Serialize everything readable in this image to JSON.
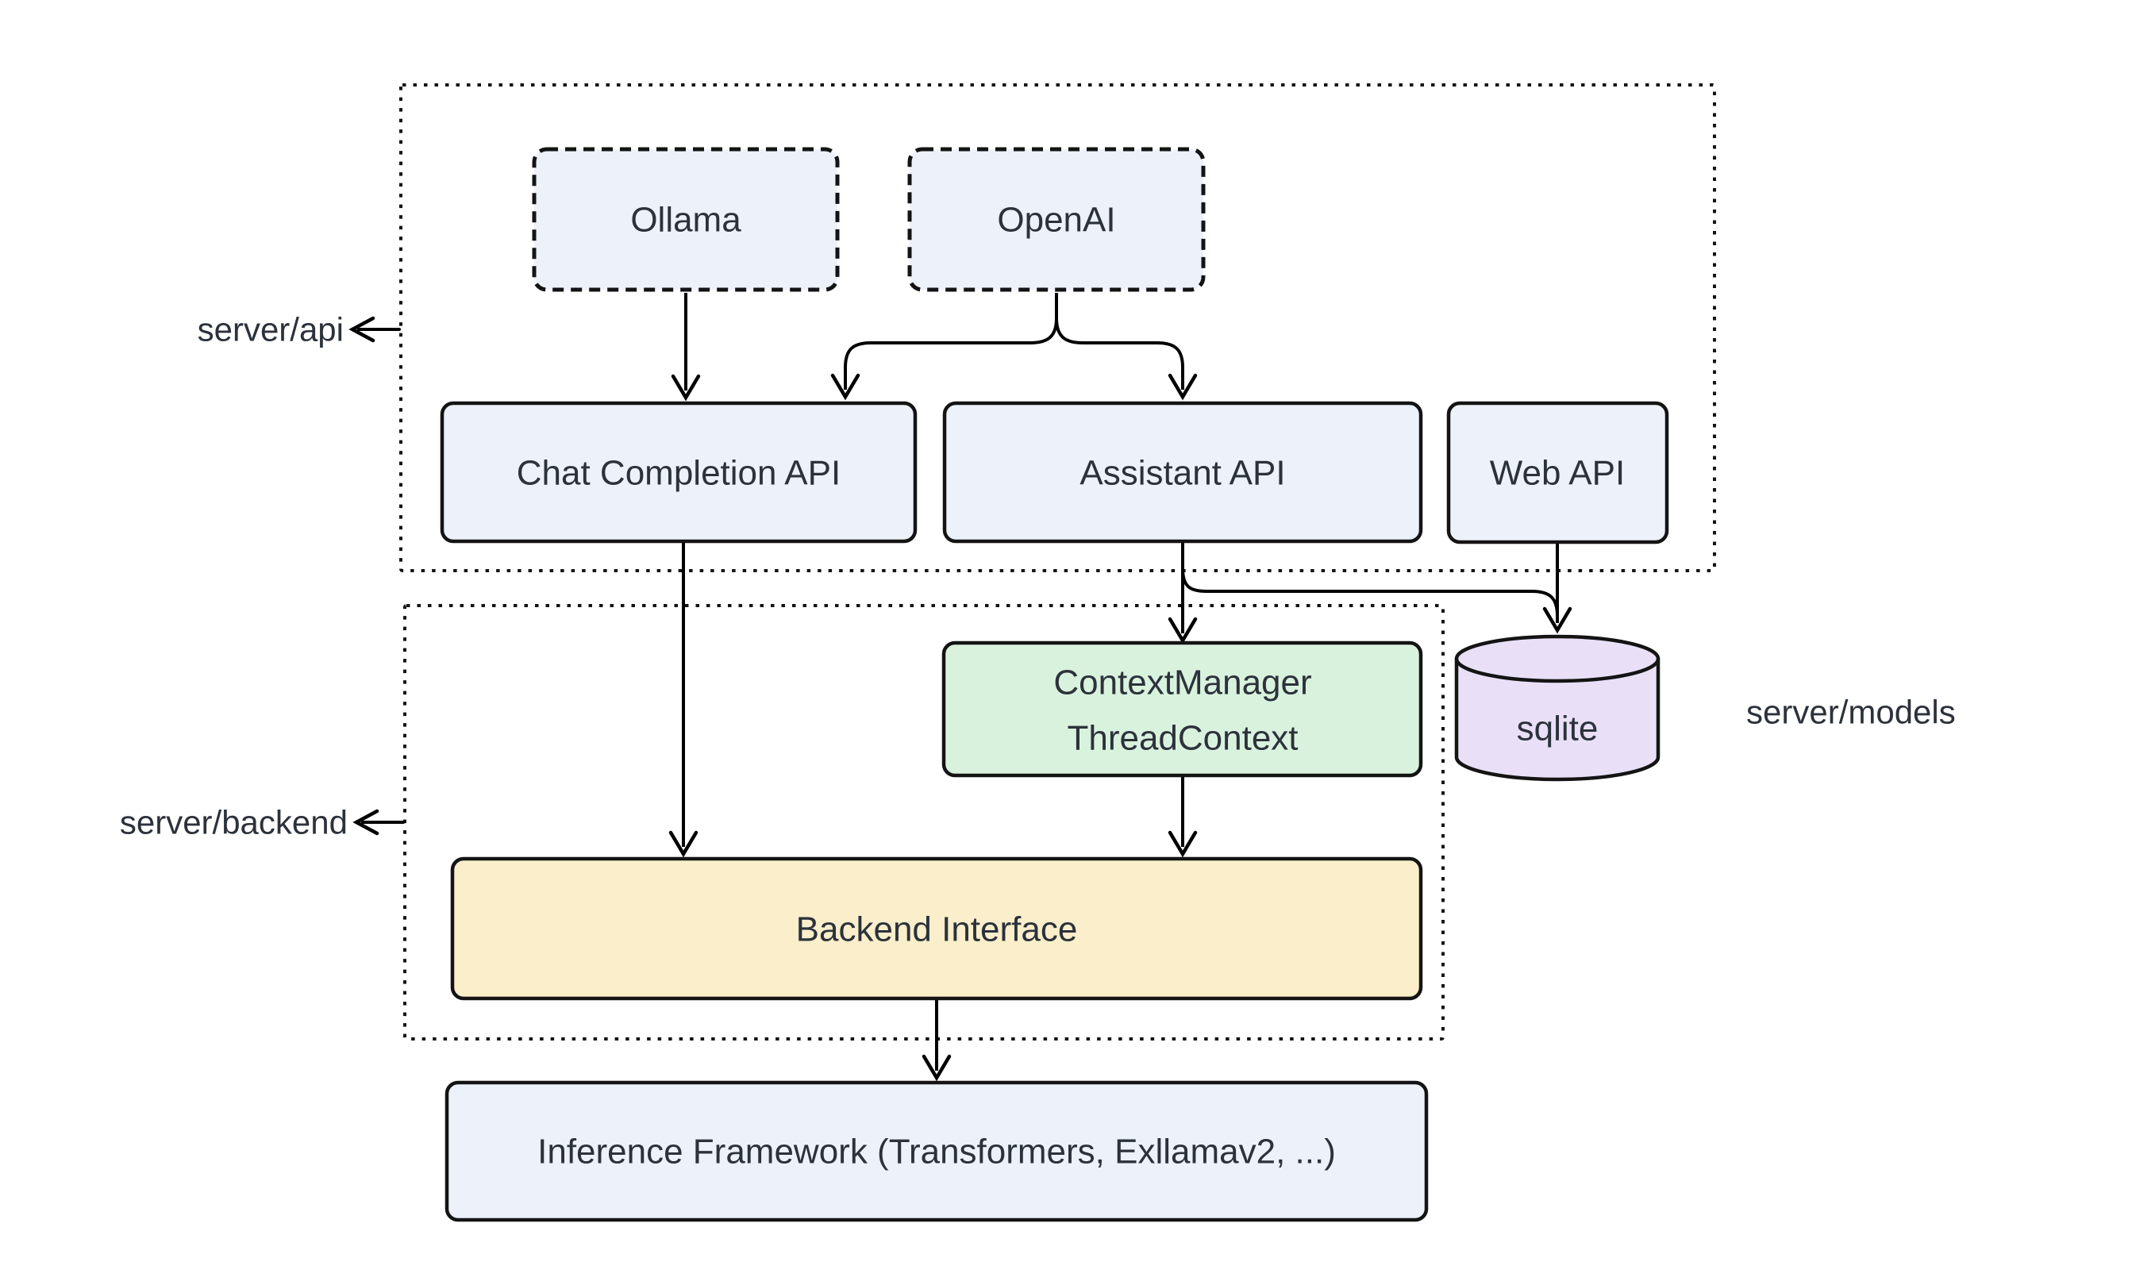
{
  "colors": {
    "background": "#ffffff",
    "node_blue": "#edf1fa",
    "node_green": "#d9f2dd",
    "node_yellow": "#faeecb",
    "node_purple": "#e9e0f8",
    "border": "#141414",
    "edge": "#000000",
    "text": "#2c323b"
  },
  "containers": {
    "api": {
      "label": "server/api"
    },
    "backend": {
      "label": "server/backend"
    }
  },
  "side_labels": {
    "models": "server/models"
  },
  "nodes": {
    "ollama": {
      "label": "Ollama"
    },
    "openai": {
      "label": "OpenAI"
    },
    "chat": {
      "label": "Chat Completion API"
    },
    "assistant": {
      "label": "Assistant API"
    },
    "web": {
      "label": "Web API"
    },
    "context": {
      "line1": "ContextManager",
      "line2": "ThreadContext"
    },
    "sqlite": {
      "label": "sqlite"
    },
    "backend_interface": {
      "label": "Backend Interface"
    },
    "inference": {
      "label": "Inference Framework (Transformers, Exllamav2, ...)"
    }
  },
  "edges": [
    {
      "from": "ollama",
      "to": "chat"
    },
    {
      "from": "openai",
      "to": "chat"
    },
    {
      "from": "openai",
      "to": "assistant"
    },
    {
      "from": "chat",
      "to": "backend_interface"
    },
    {
      "from": "assistant",
      "to": "context"
    },
    {
      "from": "assistant",
      "to": "sqlite"
    },
    {
      "from": "web",
      "to": "sqlite"
    },
    {
      "from": "context",
      "to": "backend_interface"
    },
    {
      "from": "backend_interface",
      "to": "inference"
    }
  ]
}
